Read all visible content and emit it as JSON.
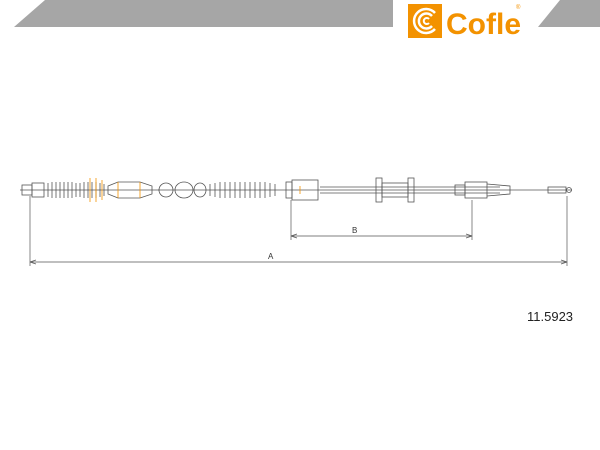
{
  "logo": {
    "brand_text": "Cofle",
    "registered_mark": "®",
    "brand_color": "#f39200"
  },
  "dimensions": {
    "overall_label": "A",
    "partial_label": "B"
  },
  "part_number": "11.5923",
  "colors": {
    "banner_gray": "#a6a6a6",
    "drawing_stroke": "#555555",
    "accent": "#f39200"
  }
}
